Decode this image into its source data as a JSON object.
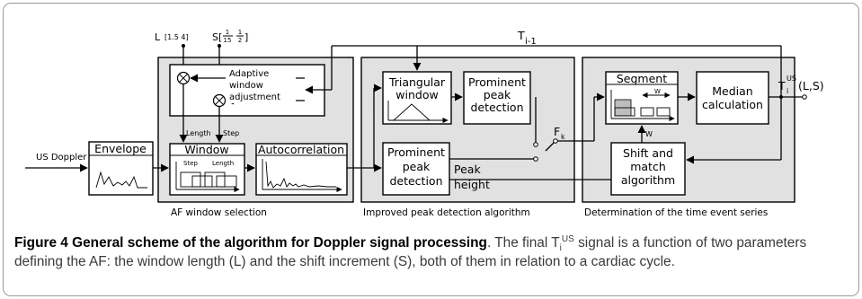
{
  "params": {
    "L_label": "L",
    "L_range": "[1.5  4]",
    "S_label": "S[",
    "S_frac1_num": "1",
    "S_frac1_den": "15",
    "S_frac2_num": "1",
    "S_frac2_den": "2",
    "S_close": "]"
  },
  "t_prev": {
    "base": "T",
    "sub": "i-1"
  },
  "input_label": "US Doppler",
  "blocks": {
    "envelope": "Envelope",
    "window": "Window",
    "window_step": "Step",
    "window_length": "Length",
    "autocorrelation": "Autocorrelation",
    "adaptive_l1": "Adaptive",
    "adaptive_l2": "window",
    "adaptive_l3": "adjustment",
    "length_arrow": "Length",
    "step_arrow": "Step",
    "triangular_l1": "Triangular",
    "triangular_l2": "window",
    "prom_top_l1": "Prominent",
    "prom_top_l2": "peak",
    "prom_top_l3": "detection",
    "prom_bot_l1": "Prominent",
    "prom_bot_l2": "peak",
    "prom_bot_l3": "detection",
    "peak_l1": "Peak",
    "peak_l2": "height",
    "fk_base": "F",
    "fk_sub": "k",
    "segment": "Segment",
    "seg_w": "W",
    "w_arrow": "W",
    "median_l1": "Median",
    "median_l2": "calculation",
    "shift_l1": "Shift and",
    "shift_l2": "match",
    "shift_l3": "algorithm",
    "out_base": "T",
    "out_sub": "i",
    "out_sup": "US",
    "out_args": "(L,S)"
  },
  "groups": {
    "af": "AF window selection",
    "peak": "Improved peak detection algorithm",
    "time": "Determination of the time event series"
  },
  "caption": {
    "title": "Figure 4 General scheme of the algorithm for Doppler signal processing",
    "p1": ". The final T",
    "sub": "i",
    "sup": "US",
    "p2": " signal is a function of two parameters defining the AF: the window length (L) and the shift increment (S), both of them in relation to a cardiac cycle."
  }
}
